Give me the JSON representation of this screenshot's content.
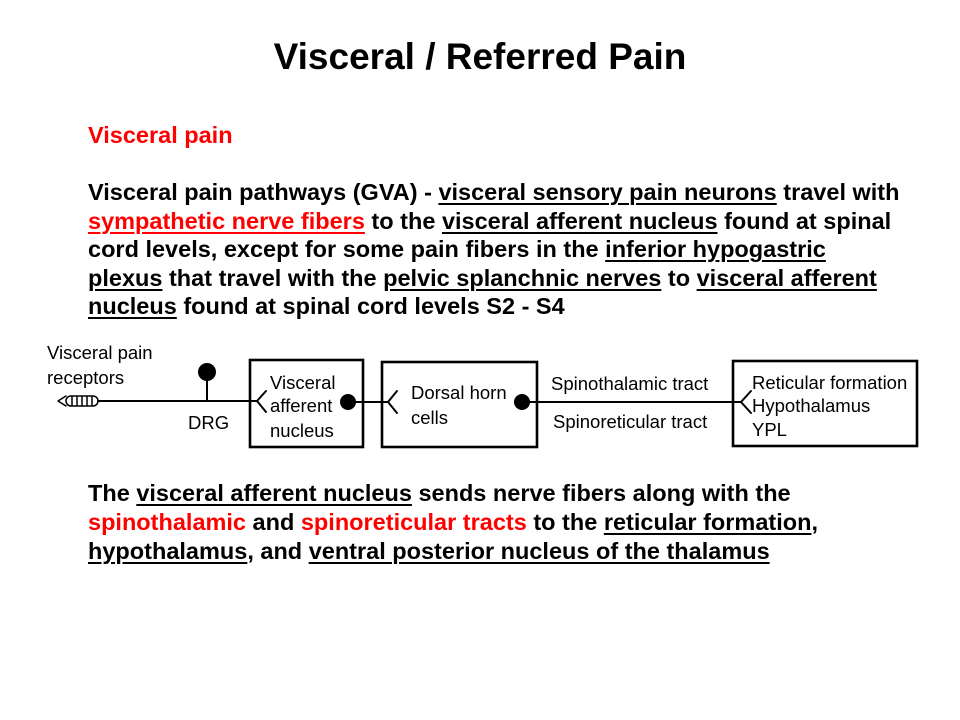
{
  "colors": {
    "text": "#000000",
    "accent_red": "#ff0000",
    "background": "#ffffff"
  },
  "title": "Visceral / Referred Pain",
  "section_heading": "Visceral pain",
  "paragraph_1": [
    [
      "Visceral pain pathways (GVA) - ",
      "visceral sensory pain neurons",
      " travel with"
    ],
    [
      "sympathetic nerve fibers",
      " to the ",
      "visceral afferent nucleus",
      " found at spinal"
    ],
    [
      "cord levels, except for some pain fibers in the ",
      "inferior hypogastric"
    ],
    [
      "plexus",
      " that travel with the ",
      "pelvic splanchnic nerves",
      " to ",
      "visceral afferent"
    ],
    [
      "nucleus",
      " found at spinal cord levels S2 - S4"
    ]
  ],
  "diagram": {
    "receptor_label": [
      "Visceral pain",
      "receptors"
    ],
    "drg_label": "DRG",
    "visceral_afferent_nucleus": [
      "Visceral",
      "afferent",
      "nucleus"
    ],
    "dorsal_horn": [
      "Dorsal horn",
      "cells"
    ],
    "spinothalamic_tract": "Spinothalamic tract",
    "spinoreticular_tract": "Spinoreticular tract",
    "targets": [
      "Reticular formation",
      "Hypothalamus",
      "YPL"
    ]
  },
  "paragraph_2": [
    [
      "The ",
      "visceral afferent nucleus",
      " sends nerve fibers along with the"
    ],
    [
      "spinothalamic",
      " and ",
      "spinoreticular tracts",
      " to the ",
      "reticular formation",
      ","
    ],
    [
      "hypothalamus",
      ", and ",
      "ventral posterior nucleus of the thalamus"
    ]
  ]
}
